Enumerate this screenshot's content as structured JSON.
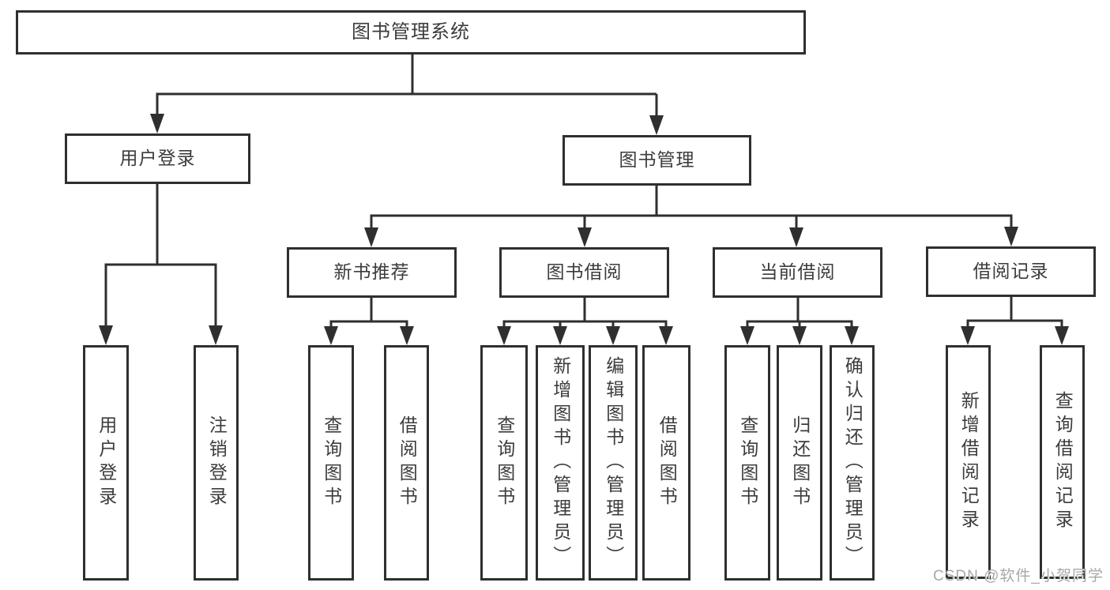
{
  "diagram": {
    "title": "图书管理系统",
    "level2": {
      "user_login": "用户登录",
      "book_management": "图书管理"
    },
    "level3": {
      "new_book_recommendation": "新书推荐",
      "book_borrowing": "图书借阅",
      "current_borrowing": "当前借阅",
      "borrowing_records": "借阅记录"
    },
    "leaves": {
      "user_login": "用户登录",
      "logout": "注销登录",
      "nb_query_books": "查询图书",
      "nb_borrow_books": "借阅图书",
      "bb_query_books": "查询图书",
      "bb_add_books": "新增图书（管理员）",
      "bb_edit_books": "编辑图书（管理员）",
      "bb_borrow_books": "借阅图书",
      "cb_query_books": "查询图书",
      "cb_return_books": "归还图书",
      "cb_confirm_return": "确认归还（管理员）",
      "br_add_record": "新增借阅记录",
      "br_query_record": "查询借阅记录"
    },
    "watermark": "CSDN @软件_小贺同学",
    "colors": {
      "line": "#2f2f2f",
      "text": "#3c3c3c",
      "background": "#ffffff",
      "watermark": "#a8a8a8"
    }
  }
}
